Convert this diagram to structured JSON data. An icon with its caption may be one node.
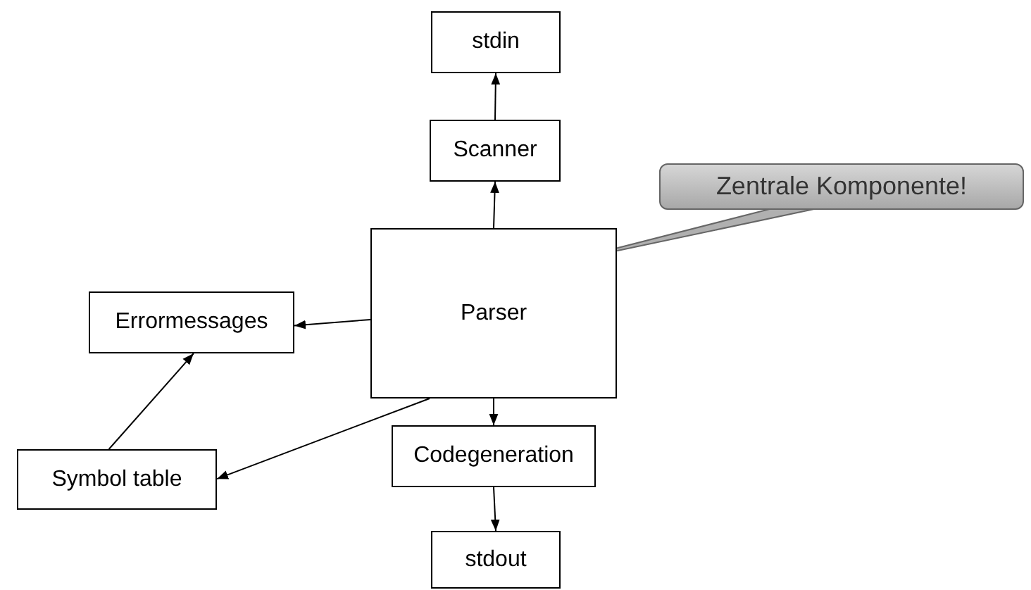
{
  "diagram": {
    "nodes": [
      {
        "text": [
          "stdin"
        ]
      },
      {
        "text": [
          "Scanner"
        ]
      },
      {
        "text": [
          "Zentrale Komponente!"
        ]
      },
      {
        "text": [
          "Parser"
        ]
      },
      {
        "text": [
          "Errormessages"
        ]
      },
      {
        "text": [
          "Codegeneration"
        ]
      },
      {
        "text": [
          "Symbol table"
        ]
      },
      {
        "text": [
          "stdout"
        ]
      }
    ],
    "edges": [
      {
        "from": 1,
        "to": 0,
        "arrow": "to"
      },
      {
        "from": 3,
        "to": 1,
        "arrow": "to"
      },
      {
        "from": 3,
        "to": 4,
        "arrow": "to"
      },
      {
        "from": 3,
        "to": 6,
        "arrow": "to"
      },
      {
        "from": 6,
        "to": 4,
        "arrow": "to"
      },
      {
        "from": 3,
        "to": 5,
        "arrow": "to"
      },
      {
        "from": 5,
        "to": 7,
        "arrow": "to"
      },
      {
        "from": 2,
        "to": 3,
        "arrow": "none"
      }
    ]
  }
}
